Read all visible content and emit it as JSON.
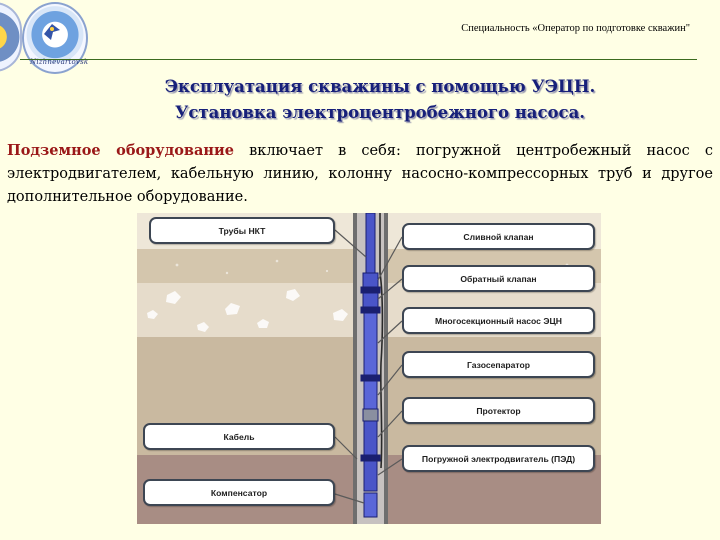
{
  "header": {
    "specialty": "Специальность «Оператор по подготовке скважин\"",
    "logo_text": "Nizhnevartovsk"
  },
  "titles": {
    "line1": "Эксплуатация скважины с помощью УЭЦН.",
    "line2": "Установка электроцентробежного насоса."
  },
  "intro": {
    "highlight": "Подземное оборудование",
    "rest": " включает в себя: погружной центробежный насос с электродвигателем, кабельную линию, колонну насосно-компрессорных труб и другое дополнительное оборудование."
  },
  "diagram": {
    "left_labels": [
      {
        "key": "tubing",
        "text": "Трубы НКТ"
      },
      {
        "key": "cable",
        "text": "Кабель"
      },
      {
        "key": "compensator",
        "text": "Компенсатор"
      }
    ],
    "right_labels": [
      {
        "key": "drain_valve",
        "text": "Сливной клапан"
      },
      {
        "key": "check_valve",
        "text": "Обратный клапан"
      },
      {
        "key": "pump",
        "text": "Многосекционный насос ЭЦН"
      },
      {
        "key": "gas_separator",
        "text": "Газосепаратор"
      },
      {
        "key": "protector",
        "text": "Протектор"
      },
      {
        "key": "motor",
        "text": "Погружной электродвигатель (ПЭД)"
      }
    ],
    "colors": {
      "pump_body": "#4a55c8",
      "pump_dark": "#1a1f70",
      "casing": "#7f7f7f",
      "label_border": "#3d4653"
    }
  }
}
